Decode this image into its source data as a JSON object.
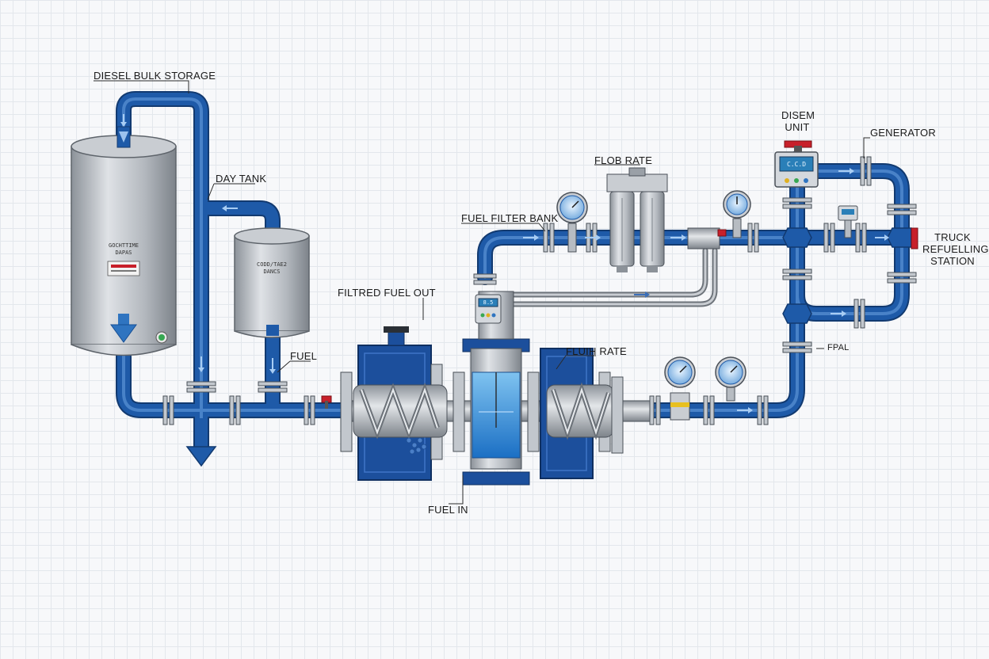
{
  "labels": {
    "diesel_bulk_storage": "DIESEL BULK STORAGE",
    "day_tank": "DAY TANK",
    "fuel": "FUEL",
    "filtred_fuel_out": "FILTRED FUEL OUT",
    "fuel_in": "FUEL IN",
    "fluid_rate": "FLUIH RATE",
    "fuel_filter_bank": "FUEL FILTER BANK",
    "flow_rate": "FLOB RATE",
    "disem_unit_line1": "DISEM",
    "disem_unit_line2": "UNIT",
    "generator": "GENERATOR",
    "truck_line1": "TRUCK",
    "truck_line2": "REFUELLING",
    "truck_line3": "STATION",
    "fpal": "FPAL"
  },
  "tank_plates": {
    "bulk_line1": "GOCHTTIME",
    "bulk_line2": "DAPAS",
    "day_line1": "CODD/TAE2",
    "day_line2": "DANCS"
  },
  "displays": {
    "control_unit": "C.C.D",
    "flow_meter": "8.5"
  },
  "colors": {
    "pipe_blue": "#1e5aa8",
    "pump_housing_blue": "#1c4f9c",
    "tank_steel": "#b7bcc2",
    "arrow_blue": "#2f74c0",
    "valve_red": "#c8202a"
  }
}
